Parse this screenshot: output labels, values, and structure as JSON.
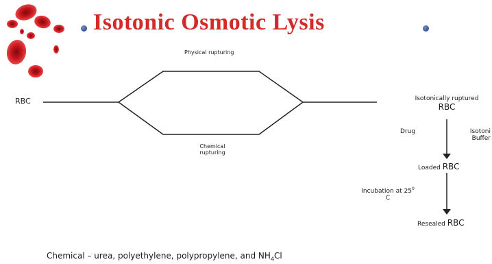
{
  "title": "Isotonic Osmotic Lysis",
  "colors": {
    "title": "#d42a2a",
    "lines": "#222222",
    "cells": "#c8151b"
  },
  "icons": {
    "decoration": "red-blood-cells-icon",
    "bullet": "blue-bullet-icon"
  },
  "diagram": {
    "left_label": "RBC",
    "top_path_label": "Physical rupturing",
    "bottom_path_label_line1": "Chemical",
    "bottom_path_label_line2": "rupturing",
    "ruptured_label_line1": "Isotonically ruptured",
    "ruptured_label_line2": "RBC",
    "drug_label": "Drug",
    "buffer_label_line1": "Isotoni",
    "buffer_label_line2": "Buffer",
    "loaded_prefix": "Loaded ",
    "loaded_rbc": "RBC",
    "incubation_line1": "Incubation at 25",
    "incubation_sup": "0",
    "incubation_line2": "C",
    "resealed_prefix": "Resealed ",
    "resealed_rbc": "RBC"
  },
  "footer": {
    "text": "Chemical – urea, polyethylene, polypropylene, and NH",
    "subscript": "4",
    "suffix": "Cl"
  }
}
